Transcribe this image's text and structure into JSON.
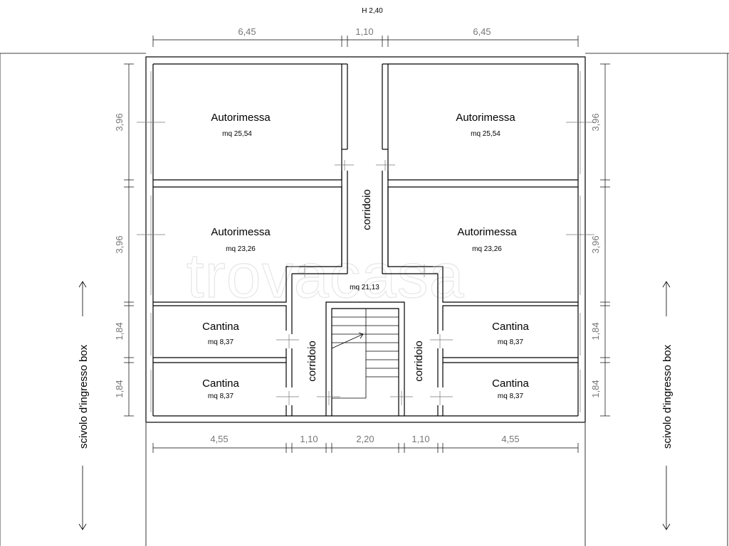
{
  "plan": {
    "height_label": "H 2,40",
    "watermark": "trovacasa",
    "rooms": {
      "autorimessa_tl": {
        "name": "Autorimessa",
        "area": "mq 25,54"
      },
      "autorimessa_tr": {
        "name": "Autorimessa",
        "area": "mq 25,54"
      },
      "autorimessa_ml": {
        "name": "Autorimessa",
        "area": "mq 23,26"
      },
      "autorimessa_mr": {
        "name": "Autorimessa",
        "area": "mq 23,26"
      },
      "cantina_1": {
        "name": "Cantina",
        "area": "mq 8,37"
      },
      "cantina_2": {
        "name": "Cantina",
        "area": "mq 8,37"
      },
      "cantina_3": {
        "name": "Cantina",
        "area": "mq 8,37"
      },
      "cantina_4": {
        "name": "Cantina",
        "area": "mq 8,37"
      },
      "corridor_top": {
        "name": "corridoio"
      },
      "corridor_left": {
        "name": "corridoio"
      },
      "corridor_right": {
        "name": "corridoio"
      },
      "corridor_area": {
        "area": "mq 21,13"
      }
    },
    "dimensions": {
      "top": [
        "6,45",
        "1,10",
        "6,45"
      ],
      "bottom": [
        "4,55",
        "1,10",
        "2,20",
        "1,10",
        "4,55"
      ],
      "left": [
        "3,96",
        "3,96",
        "1,84",
        "1,84"
      ],
      "right": [
        "3,96",
        "3,96",
        "1,84",
        "1,84"
      ]
    },
    "ramp_label_left": "scivolo d'ingresso box",
    "ramp_label_right": "scivolo d'ingresso box"
  }
}
